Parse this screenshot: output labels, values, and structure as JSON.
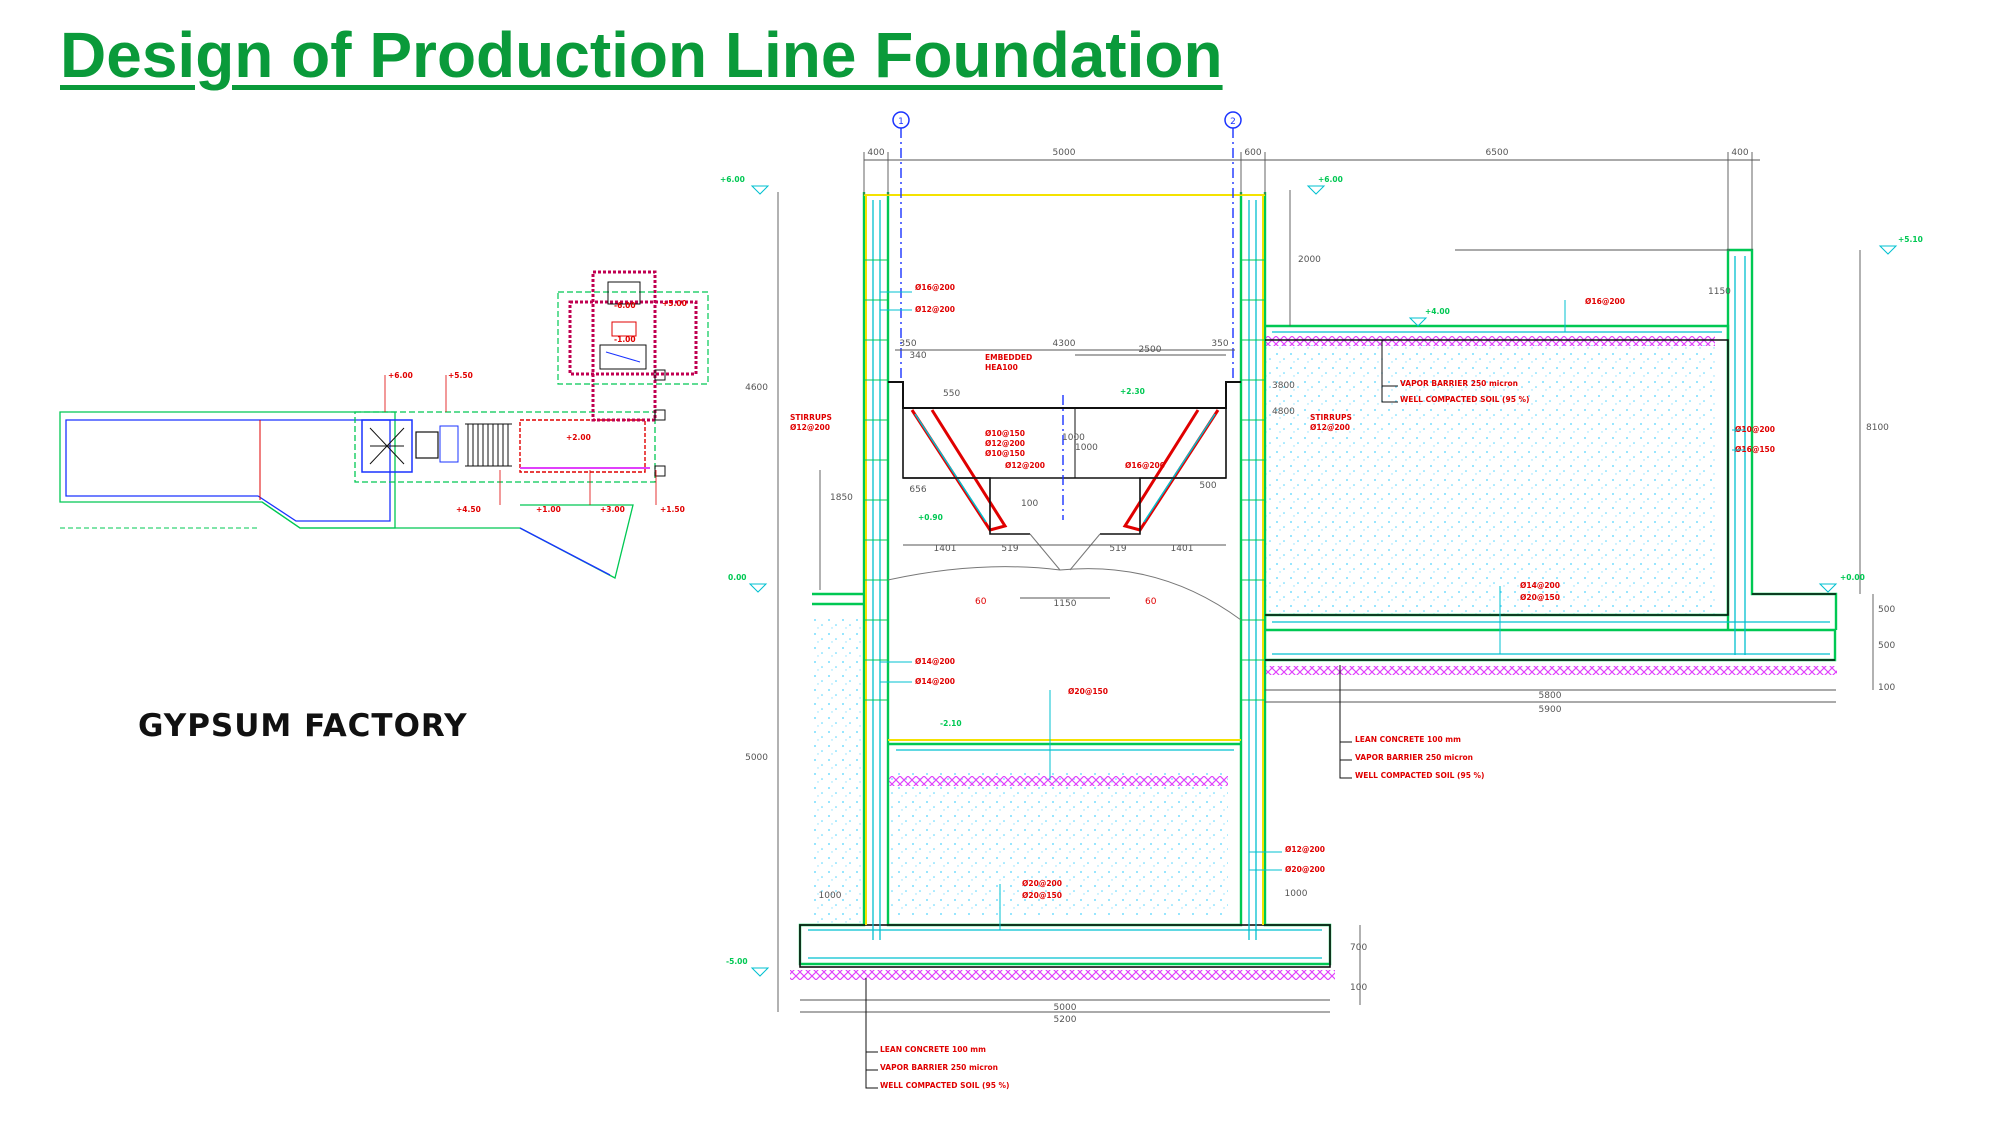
{
  "page": {
    "title": "Design of Production Line Foundation",
    "subtitle": "GYPSUM FACTORY",
    "title_color": "#0a9a3a"
  },
  "colors": {
    "concrete": "#00c853",
    "fill": "#bfffd9",
    "membrane": "#e040fb",
    "rebar": "#00c0d0",
    "dimension": "#555555",
    "annotation": "#e00000",
    "axis": "#1a33ff",
    "wall_edge": "#f4e200"
  },
  "plan": {
    "level_labels": [
      "+6.00",
      "+5.50",
      "+4.50",
      "-6.00",
      "-1.00",
      "+1.00",
      "+1.50",
      "+3.00",
      "+5.00",
      "+2.00"
    ]
  },
  "section": {
    "axis_marks": [
      "1",
      "2"
    ],
    "top_dims": [
      "400",
      "5000",
      "600",
      "6500",
      "400"
    ],
    "inner_dims": [
      "350",
      "4300",
      "350",
      "2500",
      "340"
    ],
    "opening_dims": [
      "1401",
      "519",
      "519",
      "1401",
      "1150",
      "656",
      "500"
    ],
    "vertical_dims": [
      "2000",
      "1150",
      "8100",
      "4600",
      "5000",
      "1850",
      "1000",
      "500",
      "500",
      "100",
      "700",
      "100",
      "550",
      "100",
      "1000",
      "3800",
      "4800"
    ],
    "bottom_dims": [
      "5000",
      "5200",
      "1000",
      "1000",
      "5800",
      "5900"
    ],
    "levels": [
      "+6.00",
      "+6.00",
      "+5.10",
      "+4.00",
      "+2.30",
      "+0.90",
      "0.00",
      "+0.00",
      "-2.10",
      "-5.00"
    ],
    "embedded_label": "EMBEDDED\nHEA100",
    "stirrup_left": "STIRRUPS\nØ12@200",
    "stirrup_right": "STIRRUPS\nØ12@200",
    "bars": [
      "Ø16@200",
      "Ø12@200",
      "Ø10@150",
      "Ø12@200",
      "Ø16@200",
      "Ø10@200",
      "Ø16@150",
      "Ø14@200",
      "Ø20@150",
      "Ø14@200",
      "Ø14@200",
      "Ø20@150",
      "Ø12@200",
      "Ø20@200",
      "Ø20@200",
      "Ø20@150",
      "Ø12@200",
      "Ø16@200",
      "Ø10@150"
    ],
    "angles": [
      "60",
      "60"
    ],
    "upper_notes": [
      "VAPOR BARRIER 250 micron",
      "WELL COMPACTED SOIL (95 %)"
    ],
    "mid_notes": [
      "LEAN CONCRETE 100 mm",
      "VAPOR BARRIER 250 micron",
      "WELL COMPACTED SOIL (95 %)"
    ],
    "bottom_notes": [
      "LEAN CONCRETE 100 mm",
      "VAPOR BARRIER 250 micron",
      "WELL COMPACTED SOIL (95 %)"
    ]
  }
}
